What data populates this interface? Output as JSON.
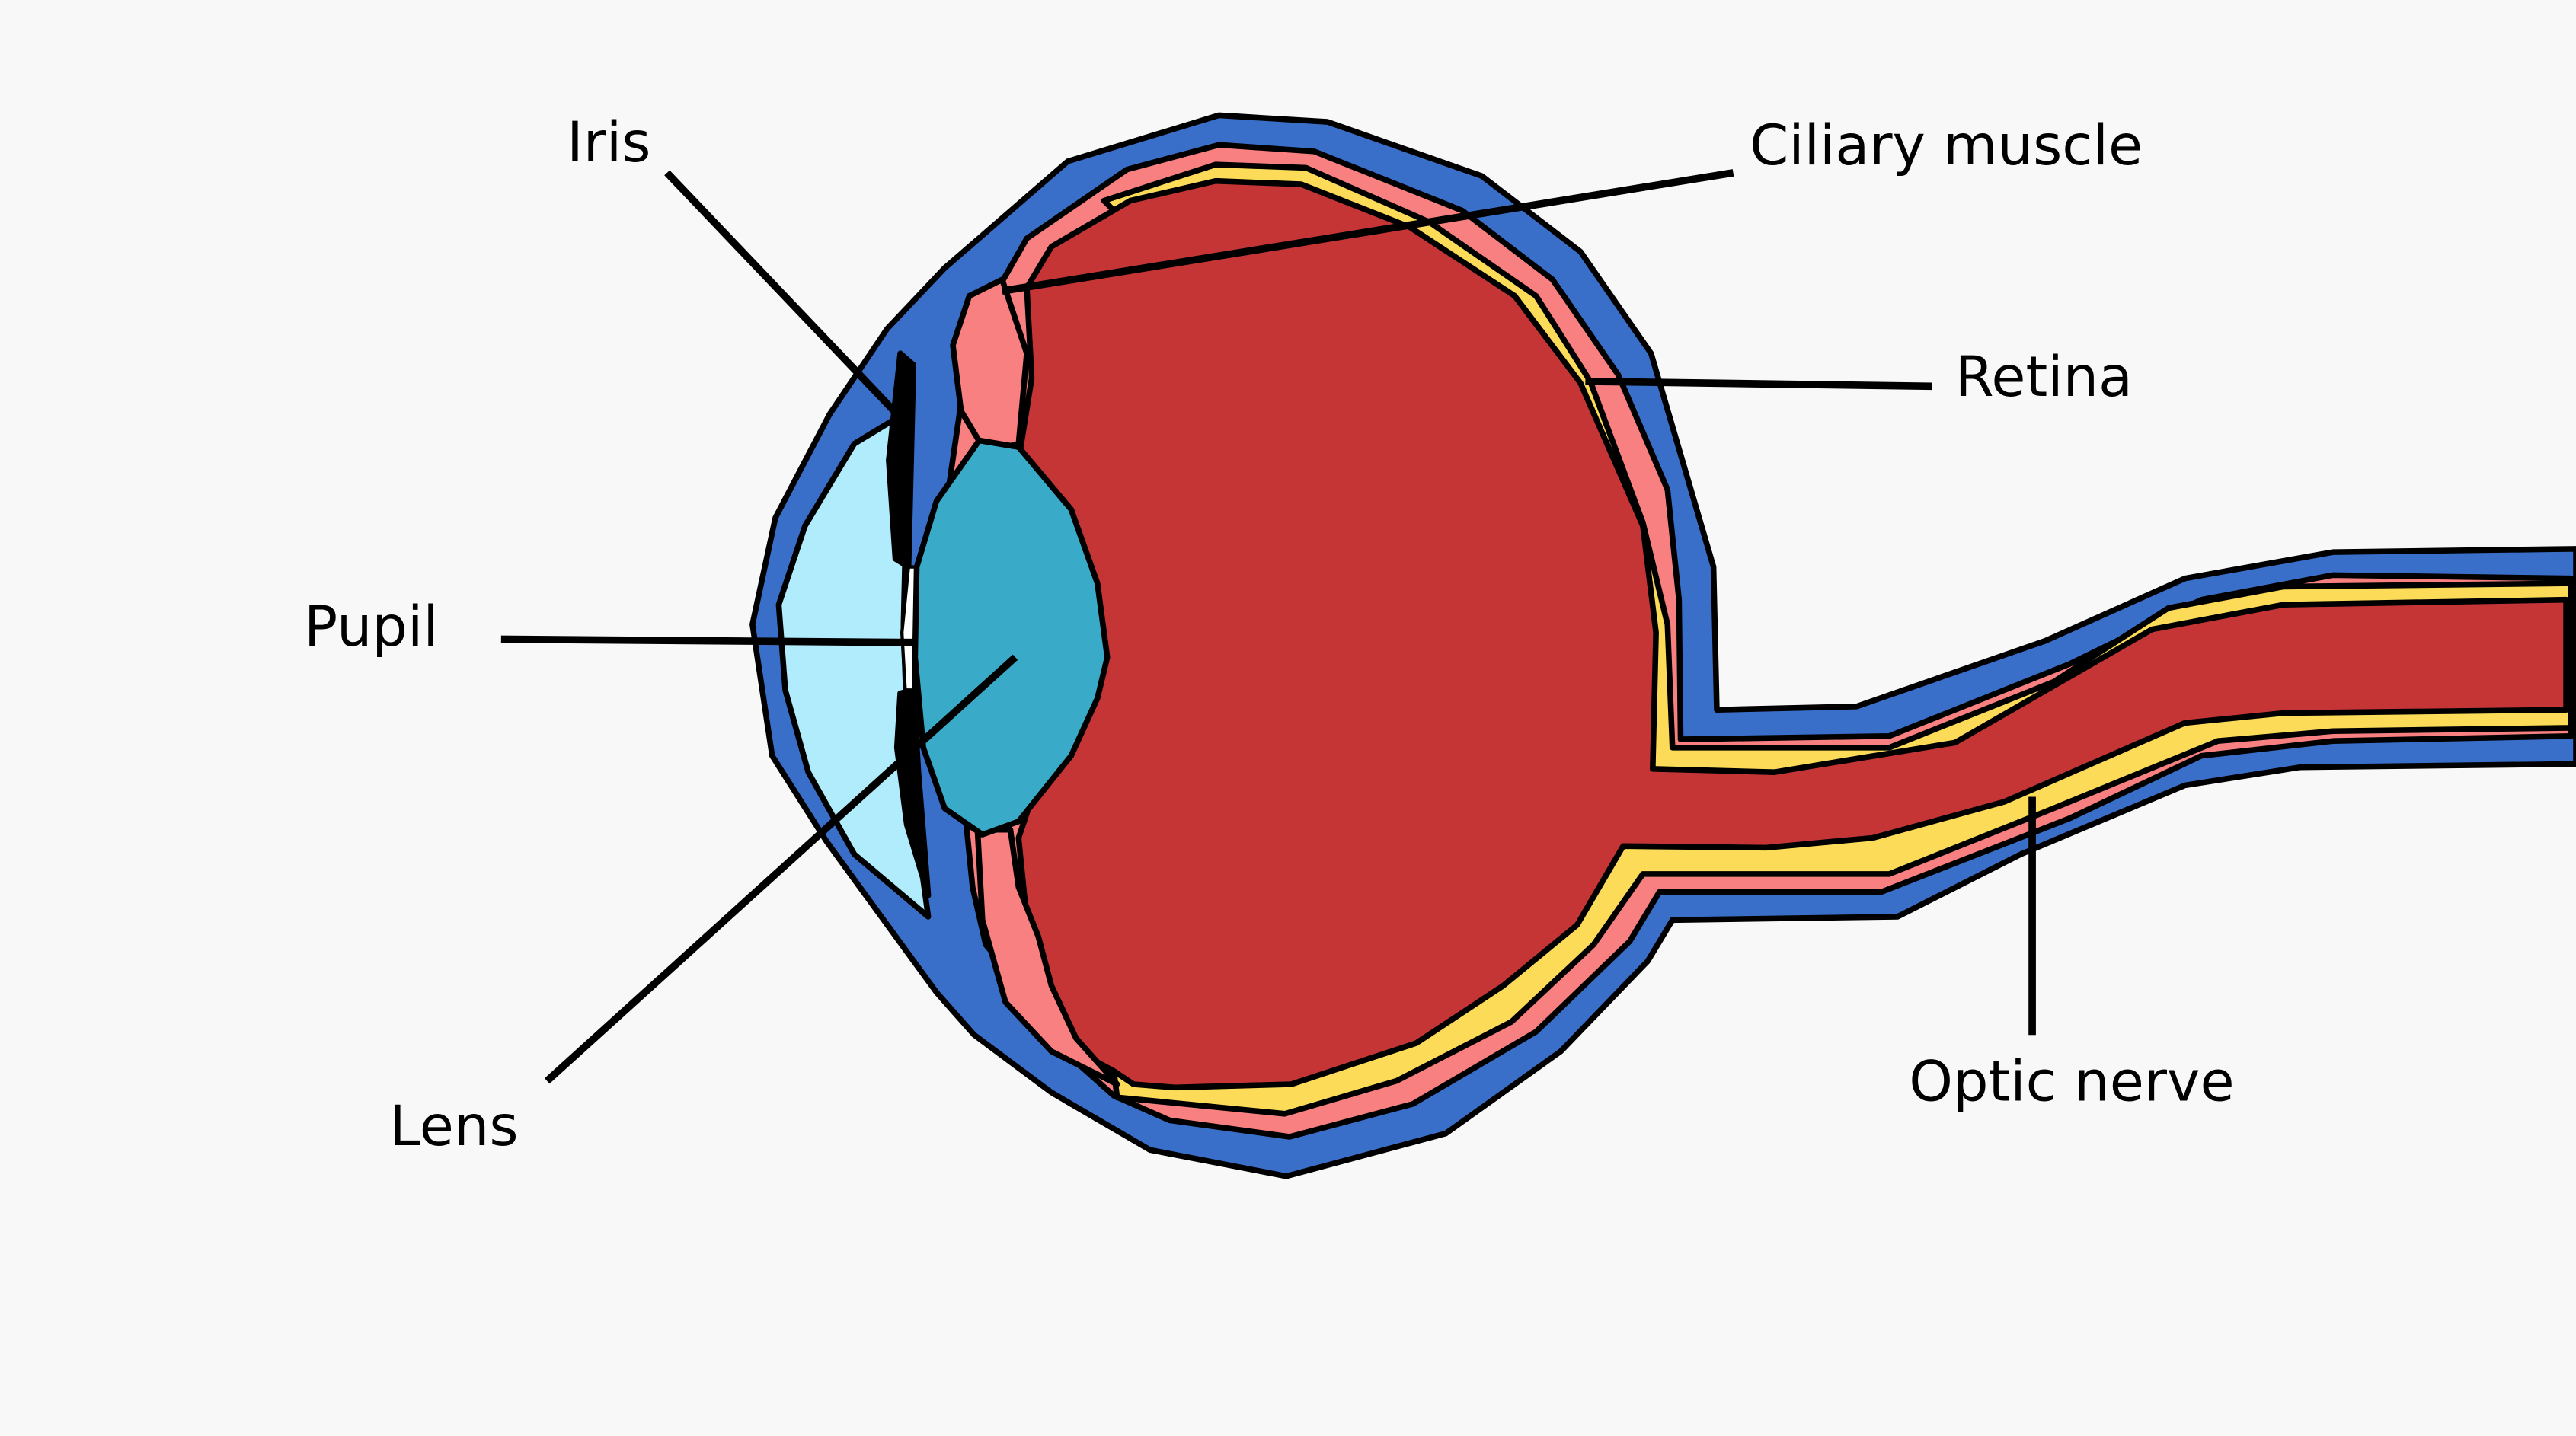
{
  "labels": {
    "iris": "Iris",
    "ciliary_muscle": "Ciliary muscle",
    "retina": "Retina",
    "pupil": "Pupil",
    "lens": "Lens",
    "optic_nerve": "Optic nerve"
  },
  "colors": {
    "background": "#f8f8f8",
    "sclera": "#3a6fc9",
    "choroid": "#f98080",
    "retina": "#fbdb58",
    "vitreous": "#c53536",
    "cornea": "#b0ecfb",
    "lens": "#39abc8",
    "iris": "#000000"
  }
}
